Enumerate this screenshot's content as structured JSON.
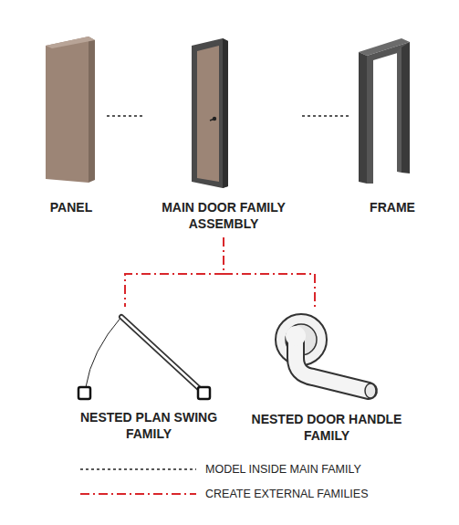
{
  "diagram": {
    "nodes": [
      {
        "text": [
          "PANEL"
        ]
      },
      {
        "text": [
          "MAIN DOOR FAMILY ASSEMBLY"
        ]
      },
      {
        "text": [
          "FRAME"
        ]
      },
      {
        "text": [
          "NESTED PLAN SWING FAMILY"
        ]
      },
      {
        "text": [
          "NESTED DOOR HANDLE FAMILY"
        ]
      }
    ],
    "edges": [
      {
        "from": 0,
        "to": 1,
        "arrow": "none"
      },
      {
        "from": 1,
        "to": 2,
        "arrow": "none"
      },
      {
        "from": 1,
        "to": 3,
        "arrow": "none"
      },
      {
        "from": 1,
        "to": 4,
        "arrow": "none"
      }
    ],
    "legend": [
      {
        "text": "MODEL INSIDE MAIN FAMILY"
      },
      {
        "text": "CREATE EXTERNAL FAMILIES"
      }
    ]
  }
}
